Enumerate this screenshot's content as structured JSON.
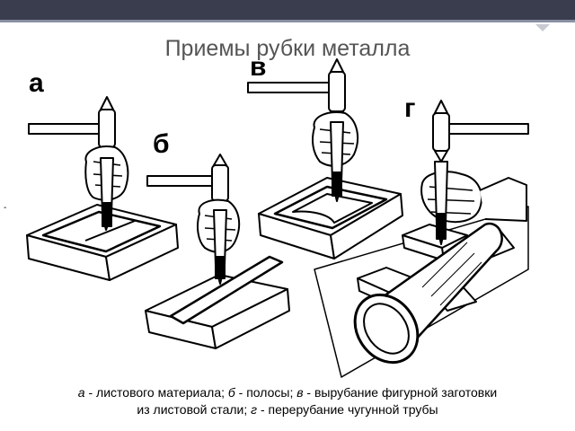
{
  "title": "Приемы рубки металла",
  "labels": {
    "a": "а",
    "b": "б",
    "v": "в",
    "g": "г"
  },
  "caption": {
    "a": "а",
    "a_text": " - листового материала; ",
    "b": "б",
    "b_text": " - полосы; ",
    "v": "в",
    "v_text": " - вырубание фигурной заготовки",
    "line2_text": "из листовой стали; ",
    "g": "г",
    "g_text": " - перерубание чугунной трубы"
  }
}
